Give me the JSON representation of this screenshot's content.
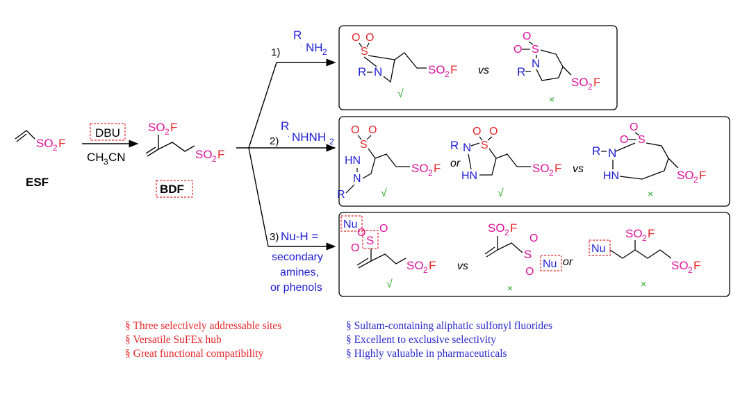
{
  "colors": {
    "sulfonyl": "#e0109a",
    "fluoride_red": "#e8262a",
    "nitrogen_blue": "#2020d8",
    "check_green": "#22aa22",
    "cross_green": "#22aa22",
    "dashed_box": "#e8262a"
  },
  "reagents": {
    "esf_label": "ESF",
    "catalyst": "DBU",
    "solvent": "CH3CN",
    "bdf_label": "BDF"
  },
  "branches": [
    {
      "step": "1)",
      "reagent": "R-NH2",
      "vs": "vs",
      "check": "√",
      "cross": "×"
    },
    {
      "step": "2)",
      "reagent": "R-NHNH2",
      "or": "or",
      "vs": "vs",
      "check": "√",
      "cross": "×"
    },
    {
      "step": "3)",
      "reagent": "Nu-H =",
      "reagent_note": [
        "secondary",
        "amines,",
        "or phenols"
      ],
      "vs": "vs",
      "or": "or",
      "check": "√",
      "cross": "×",
      "nu_label": "Nu"
    }
  ],
  "bullets_left": [
    "§ Three selectively addressable sites",
    "§  Versatile SuFEx hub",
    "§  Great functional compatibility"
  ],
  "bullets_right": [
    "§  Sultam-containing aliphatic sulfonyl fluorides",
    "§  Excellent to exclusive selectivity",
    "§  Highly valuable in pharmaceuticals"
  ]
}
